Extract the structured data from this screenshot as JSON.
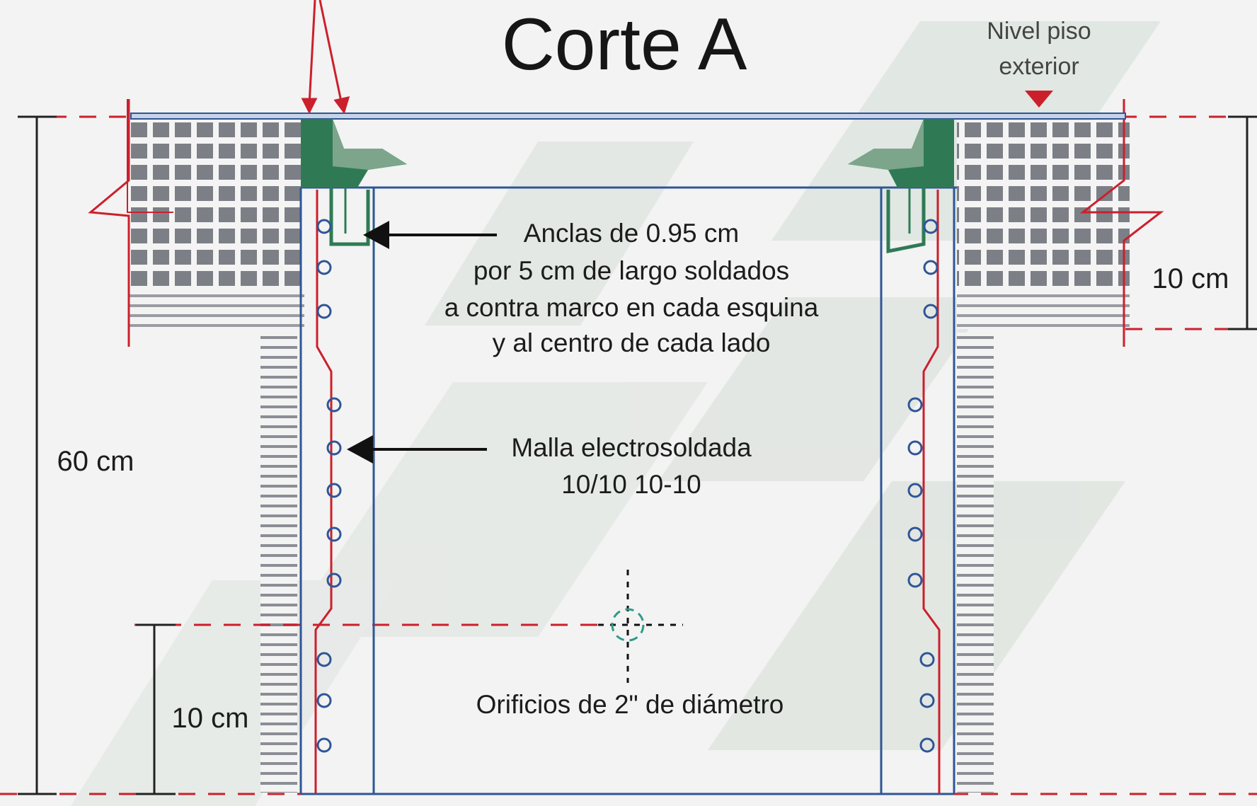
{
  "title": "Corte A",
  "floor_level": {
    "line1": "Nivel piso",
    "line2": "exterior"
  },
  "anchors_note": {
    "line1": "Anclas de 0.95 cm",
    "line2": "por 5 cm de largo soldados",
    "line3": "a contra marco en cada esquina",
    "line4": "y al centro de cada lado"
  },
  "mesh_note": {
    "line1": "Malla electrosoldada",
    "line2": "10/10  10-10"
  },
  "holes_note": "Orificios de 2\" de diámetro",
  "dimensions": {
    "total_depth": "60 cm",
    "slab_thickness": "10 cm",
    "bottom_offset": "10 cm"
  },
  "colors": {
    "background": "#f2f3f2",
    "frame_blue": "#2f5597",
    "rebar_red": "#cc1f2c",
    "frame_green": "#2f7a55",
    "watermark_green": "#d3ddd5",
    "dimension_black": "#222222"
  }
}
